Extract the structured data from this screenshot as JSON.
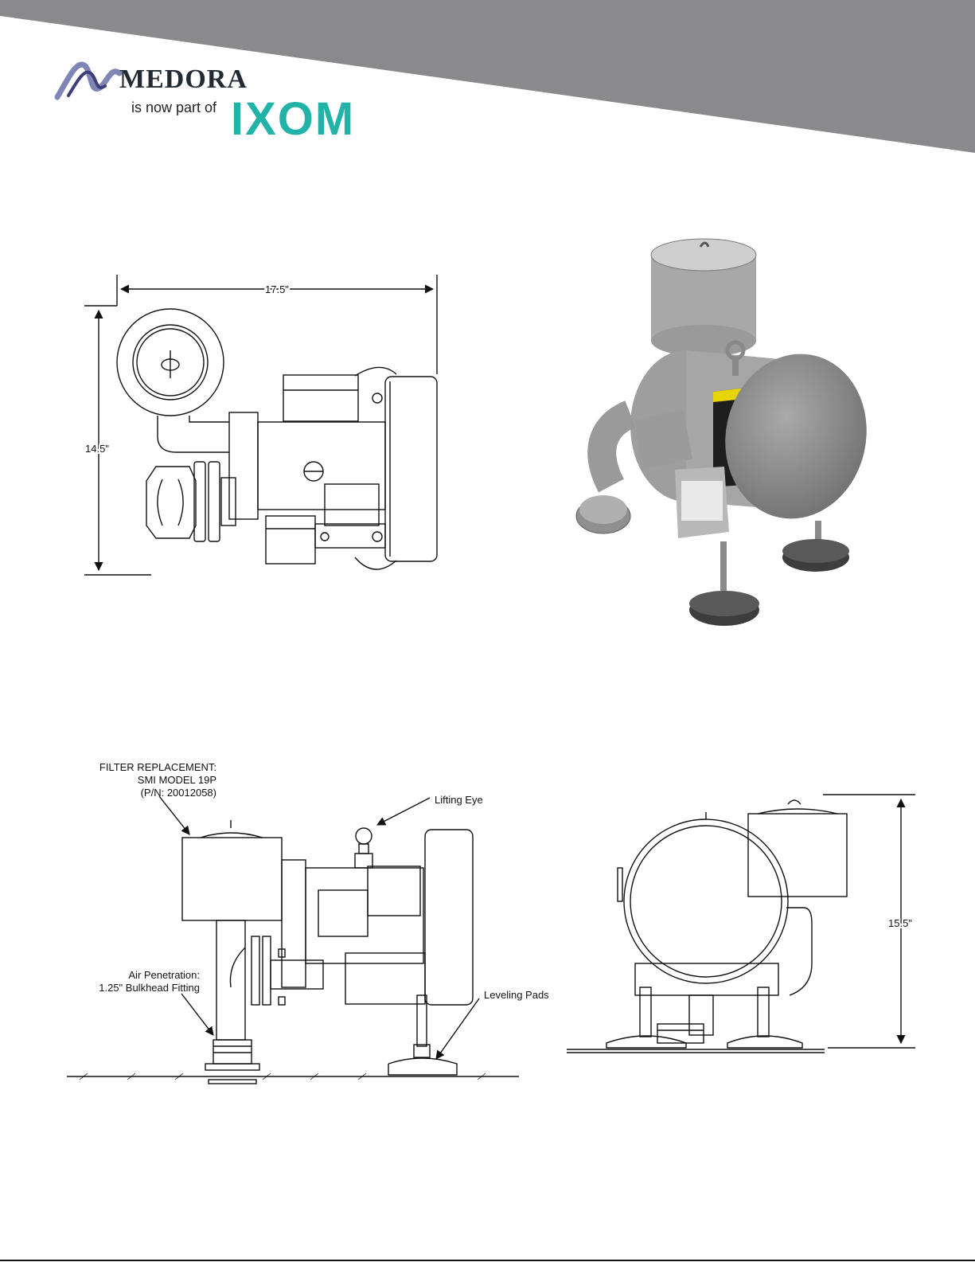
{
  "header": {
    "logo_medora": "MEDORA",
    "logo_tagline": "is now part of",
    "logo_ixom": "IXOM",
    "band_color": "#8a8a8c",
    "ixom_color": "#22b3a8"
  },
  "top_view": {
    "width_dim": "17.5\"",
    "height_dim": "14.5\""
  },
  "side_view": {
    "filter_label_line1": "FILTER REPLACEMENT:",
    "filter_label_line2": "SMI MODEL 19P",
    "filter_label_line3": "(P/N: 20012058)",
    "lifting_eye": "Lifting Eye",
    "air_line1": "Air Penetration:",
    "air_line2": "1.25\" Bulkhead Fitting",
    "leveling_pads": "Leveling Pads"
  },
  "end_view": {
    "height_dim": "15.5\""
  }
}
